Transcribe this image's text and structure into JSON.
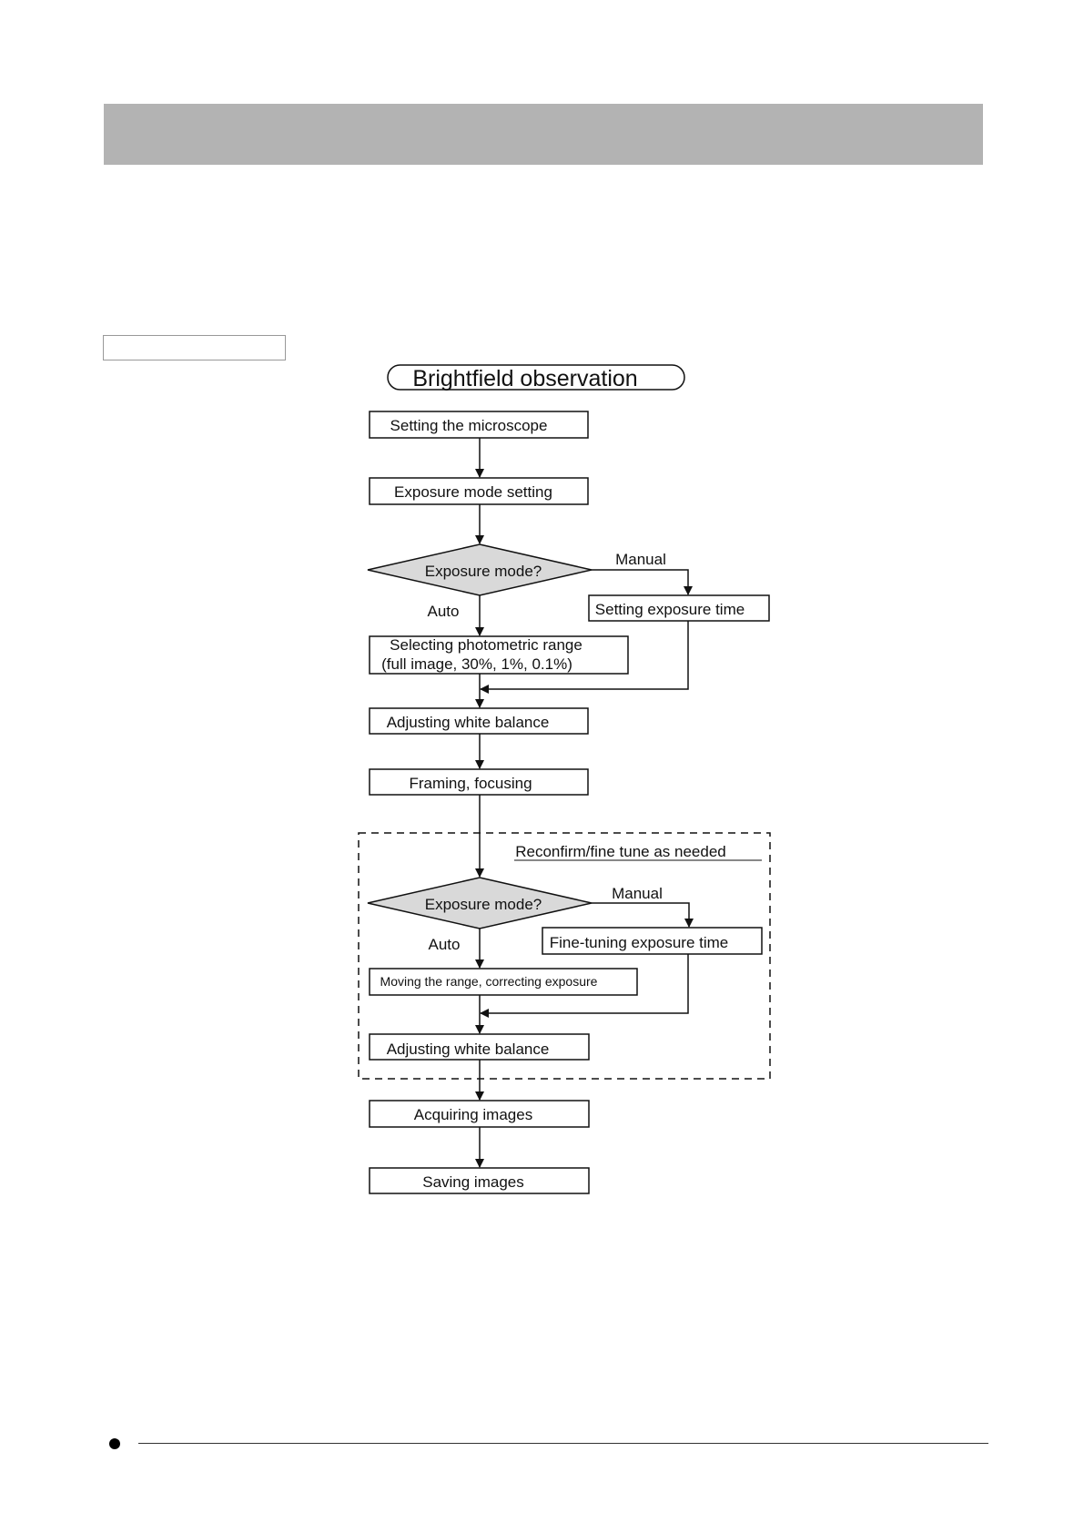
{
  "header": {
    "bar_color": "#b3b3b3"
  },
  "flowchart": {
    "title": "Brightfield observation",
    "steps": {
      "setting_microscope": "Setting the microscope",
      "exposure_mode_setting": "Exposure mode setting",
      "decision_1": "Exposure mode?",
      "manual_1": "Manual",
      "auto_1": "Auto",
      "setting_exposure_time": "Setting exposure time",
      "photometric_line1": "Selecting photometric range",
      "photometric_line2": "(full image, 30%, 1%, 0.1%)",
      "white_balance_1": "Adjusting white balance",
      "framing": "Framing, focusing",
      "reconfirm_label": "Reconfirm/fine tune as needed",
      "decision_2": "Exposure mode?",
      "manual_2": "Manual",
      "auto_2": "Auto",
      "fine_tuning": "Fine-tuning exposure time",
      "moving_range": "Moving the range, correcting exposure",
      "white_balance_2": "Adjusting white balance",
      "acquiring": "Acquiring images",
      "saving": "Saving images"
    }
  }
}
